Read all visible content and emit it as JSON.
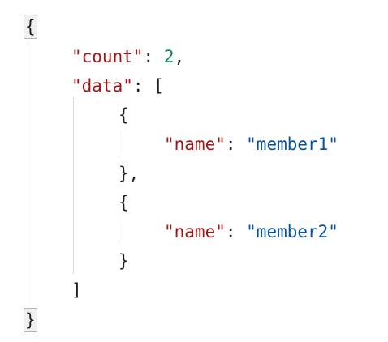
{
  "editor": {
    "colors": {
      "key": "#a31515",
      "string": "#0451a5",
      "number": "#098658",
      "punctuation": "#1f1f1f",
      "guide": "#d9d9d9",
      "bracket_highlight_border": "#b5b5b5"
    },
    "lines": [
      {
        "open": "{"
      },
      {
        "key": "\"count\"",
        "colon": ": ",
        "value": "2",
        "comma": ","
      },
      {
        "key": "\"data\"",
        "colon": ": ",
        "bracket": "["
      },
      {
        "open": "{"
      },
      {
        "key": "\"name\"",
        "colon": ": ",
        "value": "\"member1\""
      },
      {
        "close": "}",
        "comma": ","
      },
      {
        "open": "{"
      },
      {
        "key": "\"name\"",
        "colon": ": ",
        "value": "\"member2\""
      },
      {
        "close": "}"
      },
      {
        "bracket": "]"
      },
      {
        "close": "}"
      }
    ]
  }
}
